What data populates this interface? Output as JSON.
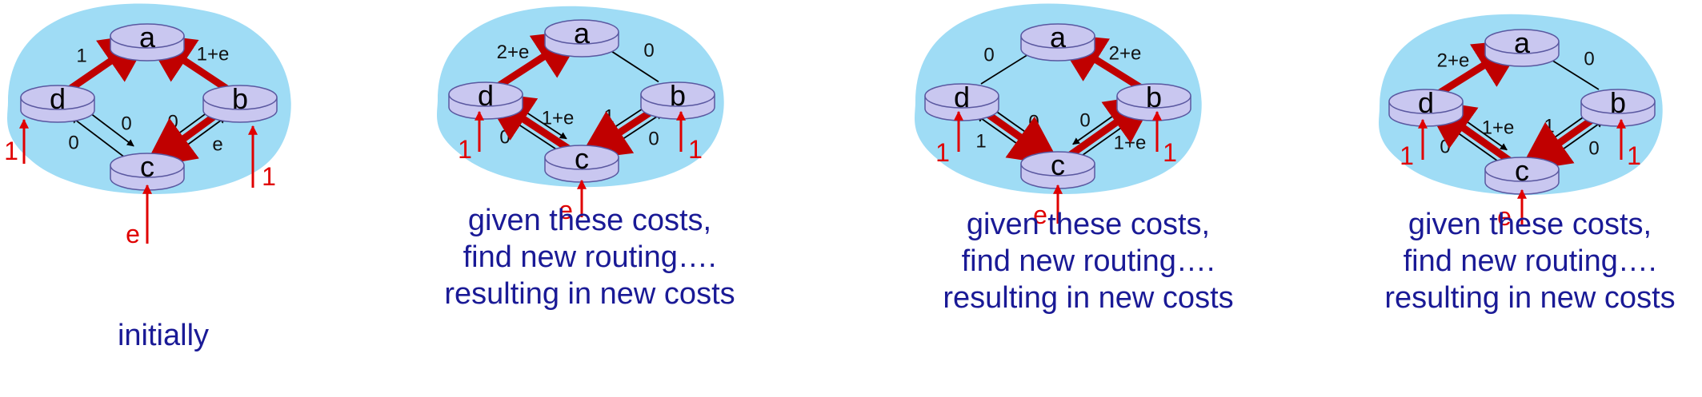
{
  "colors": {
    "cloud": "#9fdcf5",
    "node_fill": "#c9c7f0",
    "node_stroke": "#5a58a0",
    "edge": "#000000",
    "route": "#c00000",
    "external": "#e00000",
    "caption": "#1a1a96"
  },
  "panels": [
    {
      "caption": [
        "initially"
      ],
      "nodes": {
        "a": "a",
        "b": "b",
        "c": "c",
        "d": "d"
      },
      "costs": {
        "d_a": "1",
        "b_a": "1+e",
        "d_c": "0",
        "c_d": "0",
        "c_b": "0",
        "b_c": "e"
      },
      "externals": {
        "d": "1",
        "b": "1",
        "c": "e"
      },
      "routes": [
        [
          "d",
          "a"
        ],
        [
          "b",
          "a"
        ],
        [
          "b",
          "c"
        ]
      ]
    },
    {
      "caption": [
        "given these costs,",
        "find new routing….",
        "resulting in new costs"
      ],
      "nodes": {
        "a": "a",
        "b": "b",
        "c": "c",
        "d": "d"
      },
      "costs": {
        "d_a": "2+e",
        "b_a": "0",
        "d_c": "0",
        "c_d": "1+e",
        "c_b": "1",
        "b_c": "0"
      },
      "externals": {
        "d": "1",
        "b": "1",
        "c": "e"
      },
      "routes": [
        [
          "d",
          "a"
        ],
        [
          "c",
          "d"
        ],
        [
          "b",
          "c"
        ]
      ]
    },
    {
      "caption": [
        "given these costs,",
        "find new routing….",
        "resulting in new costs"
      ],
      "nodes": {
        "a": "a",
        "b": "b",
        "c": "c",
        "d": "d"
      },
      "costs": {
        "d_a": "0",
        "b_a": "2+e",
        "d_c": "1",
        "c_d": "0",
        "c_b": "0",
        "b_c": "1+e"
      },
      "externals": {
        "d": "1",
        "b": "1",
        "c": "e"
      },
      "routes": [
        [
          "b",
          "a"
        ],
        [
          "d",
          "c"
        ],
        [
          "c",
          "b"
        ]
      ]
    },
    {
      "caption": [
        "given these costs,",
        "find new routing….",
        "resulting in new costs"
      ],
      "nodes": {
        "a": "a",
        "b": "b",
        "c": "c",
        "d": "d"
      },
      "costs": {
        "d_a": "2+e",
        "b_a": "0",
        "d_c": "0",
        "c_d": "1+e",
        "c_b": "1",
        "b_c": "0"
      },
      "externals": {
        "d": "1",
        "b": "1",
        "c": "e"
      },
      "routes": [
        [
          "d",
          "a"
        ],
        [
          "c",
          "d"
        ],
        [
          "b",
          "c"
        ]
      ]
    }
  ]
}
